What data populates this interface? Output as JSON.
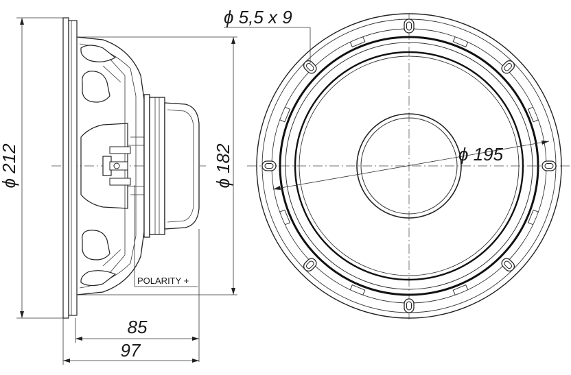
{
  "diagram": {
    "hole_dimension": "ϕ 5,5 x 9",
    "outer_diameter": "ϕ 212",
    "magnet_diameter": "ϕ 182",
    "bolt_circle_diameter": "ϕ 195",
    "depth_inner": "85",
    "depth_total": "97",
    "polarity_label": "POLARITY +"
  }
}
